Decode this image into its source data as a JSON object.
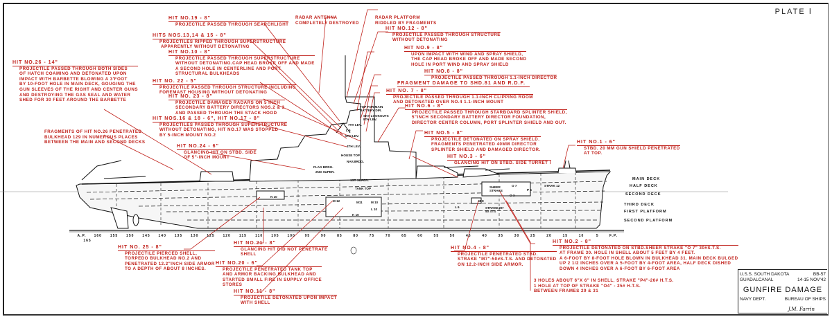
{
  "plate": "PLATE Ⅰ",
  "title_block": {
    "ship": "U.S.S. SOUTH DAKOTA",
    "hull": "BB-57",
    "location": "GUADALCANAL",
    "date": "14-15 NOV'42",
    "title": "GUNFIRE DAMAGE",
    "dept": "NAVY DEPT.",
    "bureau": "BUREAU OF SHIPS",
    "signature": "J.M. Farrin"
  },
  "notes": {
    "hit19": {
      "head": "HIT NO.19 - 8\"",
      "body": "PROJECTILE PASSED THROUGH SEARCHLIGHT"
    },
    "hit13": {
      "head": "HITS NOS.13,14 & 15 - 8\"",
      "body": "PROJECTILES RIPPED THROUGH SUPERSTRUCTURE\n APPARENTLY WITHOUT DETONATING"
    },
    "hit10": {
      "head": "HIT NO.10 - 8\"",
      "body": "PROJECTILE PASSED THROUGH SUPERSTRUCTURE\nWITHOUT DETONATING.CAP HEAD BROKE OFF AND MADE\nA SECOND HOLE IN CENTERLINE AND PORT\nSTRUCTURAL BULKHEADS"
    },
    "hit26": {
      "head": "HIT NO.26 - 14\"",
      "body": "PROJECTILE PASSED THROUGH BOTH SIDES\nOF HATCH COAMING AND DETONATED UPON\nIMPACT WITH BARBETTE BLOWING A 3'FOOT\nBY 10-FOOT HOLE IN MAIN DECK, GOUGING THE\nGUN SLEEVES OF THE RIGHT AND CENTER GUNS\nAND DESTROYING THE GAS SEAL AND WATER\nSHED FOR 30 FEET AROUND THE BARBETTE"
    },
    "hit22": {
      "head": "HIT NO. 22 - 5\"",
      "body": "PROJECTILE PASSED THROUGH STRUCTURE INCLUDING\nFOREMAST HOUSING WITHOUT DETONATING"
    },
    "hit23": {
      "head": "HIT NO. 23 - 8\"",
      "body": "PROJECTILE DAMAGED RADARS ON 5 INCH\nSECONDARY BATTERY DIRECTORS NOS.2 & 3\nAND PASSED THROUGH THE STACK HOOD"
    },
    "hit16": {
      "head": "HIT NOS.16 & 18 - 6\", HIT NO.17 - 8\"",
      "body": "PROJECTILES PASSED THROUGH SUPERSTRUCTURE\nWITHOUT DETONATING, HIT NO.17 WAS STOPPED\nBY 5-INCH MOUNT NO.2"
    },
    "frag26": {
      "head": "",
      "body": "FRAGMENTS OF HIT NO.26 PENETRATED\nBULKHEAD 129 IN NUMEROUS PLACES\nBETWEEN THE MAIN AND SECOND DECKS"
    },
    "hit24": {
      "head": "HIT NO.24 - 6\"",
      "body": "GLANCING HIT ON STBD. SIDE\nOF 5\"-INCH MOUNT"
    },
    "radar_antenna": {
      "head": "",
      "body": "RADAR ANTENNA\nCOMPLETELY DESTROYED"
    },
    "radar_platform": {
      "head": "",
      "body": "RADAR PLATFORM\nRIDDLED BY FRAGMENTS"
    },
    "hit12": {
      "head": "HIT NO.12 - 8\"",
      "body": "PROJECTILE PASSED THROUGH STRUCTURE\nWITHOUT DETONATING"
    },
    "hit9": {
      "head": "HIT NO.9 - 8\"",
      "body": "UPON IMPACT WITH WIND AND SPRAY SHIELD,\nTHE CAP HEAD BROKE OFF AND MADE SECOND\nHOLE IN PORT WIND AND SPRAY SHIELD"
    },
    "hit8": {
      "head": "HIT NO.8 - 8\"",
      "body": "PROJECTILE PASSED THROUGH 1.1-INCH DIRECTOR"
    },
    "frag_damage": {
      "head": "FRAGMENT DAMAGE TO SHD.81 AND R.D.F.",
      "body": ""
    },
    "hit7": {
      "head": "HIT NO. 7 - 8\"",
      "body": "PROJECTILE PASSED THROUGH 1.1-INCH CLIPPING ROOM\nAND DETONATED OVER NO.4 1.1-INCH MOUNT"
    },
    "hit6": {
      "head": "HIT NO.6 - 8\"",
      "body": "PROJECTILE PASSED THROUGH STARBOARD SPLINTER SHIELD,\n5\"INCH SECONDARY BATTERY DIRECTOR FOUNDATION,\nDIRECTOR CENTER COLUMN, PORT SPLINTER SHIELD AND OUT."
    },
    "hit5": {
      "head": "HIT NO.5 - 8\"",
      "body": "PROJECTILE DETONATED ON SPRAY SHIELD.\nFRAGMENTS PENETRATED 40MM DIRECTOR\nSPLINTER SHIELD AND DAMAGED DIRECTOR."
    },
    "hit3": {
      "head": "HIT NO.3 - 6\"",
      "body": "GLANCING HIT ON STBD. SIDE TURRET Ⅰ"
    },
    "hit1": {
      "head": "HIT NO.1 - 6\"",
      "body": "STBD. 20 MM GUN SHIELD PENETRATED\nAT TOP."
    },
    "hit25": {
      "head": "HIT NO. 25 - 8\"",
      "body": "PROJECTILE PIERCED SHELL,\nTORPEDO BULKHEAD NO.2 AND\nPENETRATED 12.2\"INCH SIDE ARMOR\nTO A DEPTH OF ABOUT 8 INCHES."
    },
    "hit21": {
      "head": "HIT NO.21 - 8\"",
      "body": "GLANCING HIT DID NOT PENETRATE\nSHELL"
    },
    "hit20": {
      "head": "HIT NO.20 - 6\"",
      "body": "PROJECTILE PENETRATED TANK TOP\nAND ARMOR BACKING BULKHEAD AND\nSTARTED SMALL FIRE IN SUPPLY OFFICE\nSTORES"
    },
    "hit11": {
      "head": "HIT NO.11 - 8\"",
      "body": "PROJECTILE DETONATED UPON IMPACT\nWITH SHELL"
    },
    "hit4": {
      "head": "HIT NO.4 - 8\"",
      "body": "PROJECTILE PENETRATED STBD.\nSTRAKE \"M7\"-50#S.T.S. AND DETONATED\nON 12.2-INCH SIDE ARMOR."
    },
    "hit2": {
      "head": "HIT NO.2 - 8\"",
      "body": "PROJECTILE DETONATED ON STBD.SHEER STRAKE \"O 7\" 30#S.T.S.\nAT FRAME 30. HOLE IN SHELL ABOUT 5 FEET BY 4 FEET.\nA 6-FOOT BY 8-FOOT HOLE BLOWN IN BULKHEAD 31. MAIN DECK BULGED\nUP 2 1/2 INCHES OVER A 5-FOOT BY 4-FOOT AREA, HALF DECK DISHED\nDOWN 4 INCHES OVER A 6-FOOT BY 6-FOOT AREA"
    },
    "holes": {
      "head": "",
      "body": "3 HOLES ABOUT 6\"X 6\" IN SHELL, STRAKE \"P4\"-20# H.T.S.\n1 HOLE AT TOP OF STRAKE \"O4\" - 25# H.T.S.\nBETWEEN FRAMES 29 & 31"
    }
  },
  "deck_labels": [
    "MAIN DECK",
    "HALF DECK",
    "SECOND DECK",
    "THIRD DECK",
    "FIRST PLATFORM",
    "SECOND PLATFORM"
  ],
  "frames": [
    "A.P.",
    "160",
    "155",
    "150",
    "145",
    "140",
    "135",
    "130",
    "125",
    "120",
    "115",
    "110",
    "105",
    "100",
    "95",
    "90",
    "85",
    "80",
    "75",
    "70",
    "65",
    "60",
    "55",
    "50",
    "45",
    "40",
    "35",
    "30",
    "25",
    "20",
    "15",
    "10",
    "5",
    "F.P."
  ],
  "frame_ap_sub": "165",
  "ship_labels": {
    "top_main": "TOP FOR MAIN\nBATTERY DIR.",
    "sky_lookouts": "SKY LOOKOUTS\n8TH LEV.",
    "l8": "8TH LEV.",
    "l7": "7TH LEV.",
    "l6": "L 6",
    "l5": "5TH LEV.",
    "l4": "4TH LEV.",
    "house_top": "HOUSE TOP",
    "nav_bridge": "NAV.BRDG.",
    "flag_bridge": "FLAG BRDG.",
    "super2": "2ND SUPER.",
    "super1": "1ST SUPER.",
    "tank_top": "TANK TOP",
    "sheer_strake": "SHEER\nSTRAKE",
    "strake12": "STRAK 12",
    "strake_m7": "STRAKE M7\n50 STS",
    "m10": "M 10",
    "n10": "N 10",
    "m12": "M 12",
    "m11": "M11",
    "l10": "L 10",
    "k10": "K 10",
    "m8": "M 8",
    "o7": "O 7",
    "p4": "P 4",
    "o3": "O 3"
  },
  "colors": {
    "annotation": "#c0201a",
    "ink": "#111111",
    "paper": "#ffffff"
  }
}
